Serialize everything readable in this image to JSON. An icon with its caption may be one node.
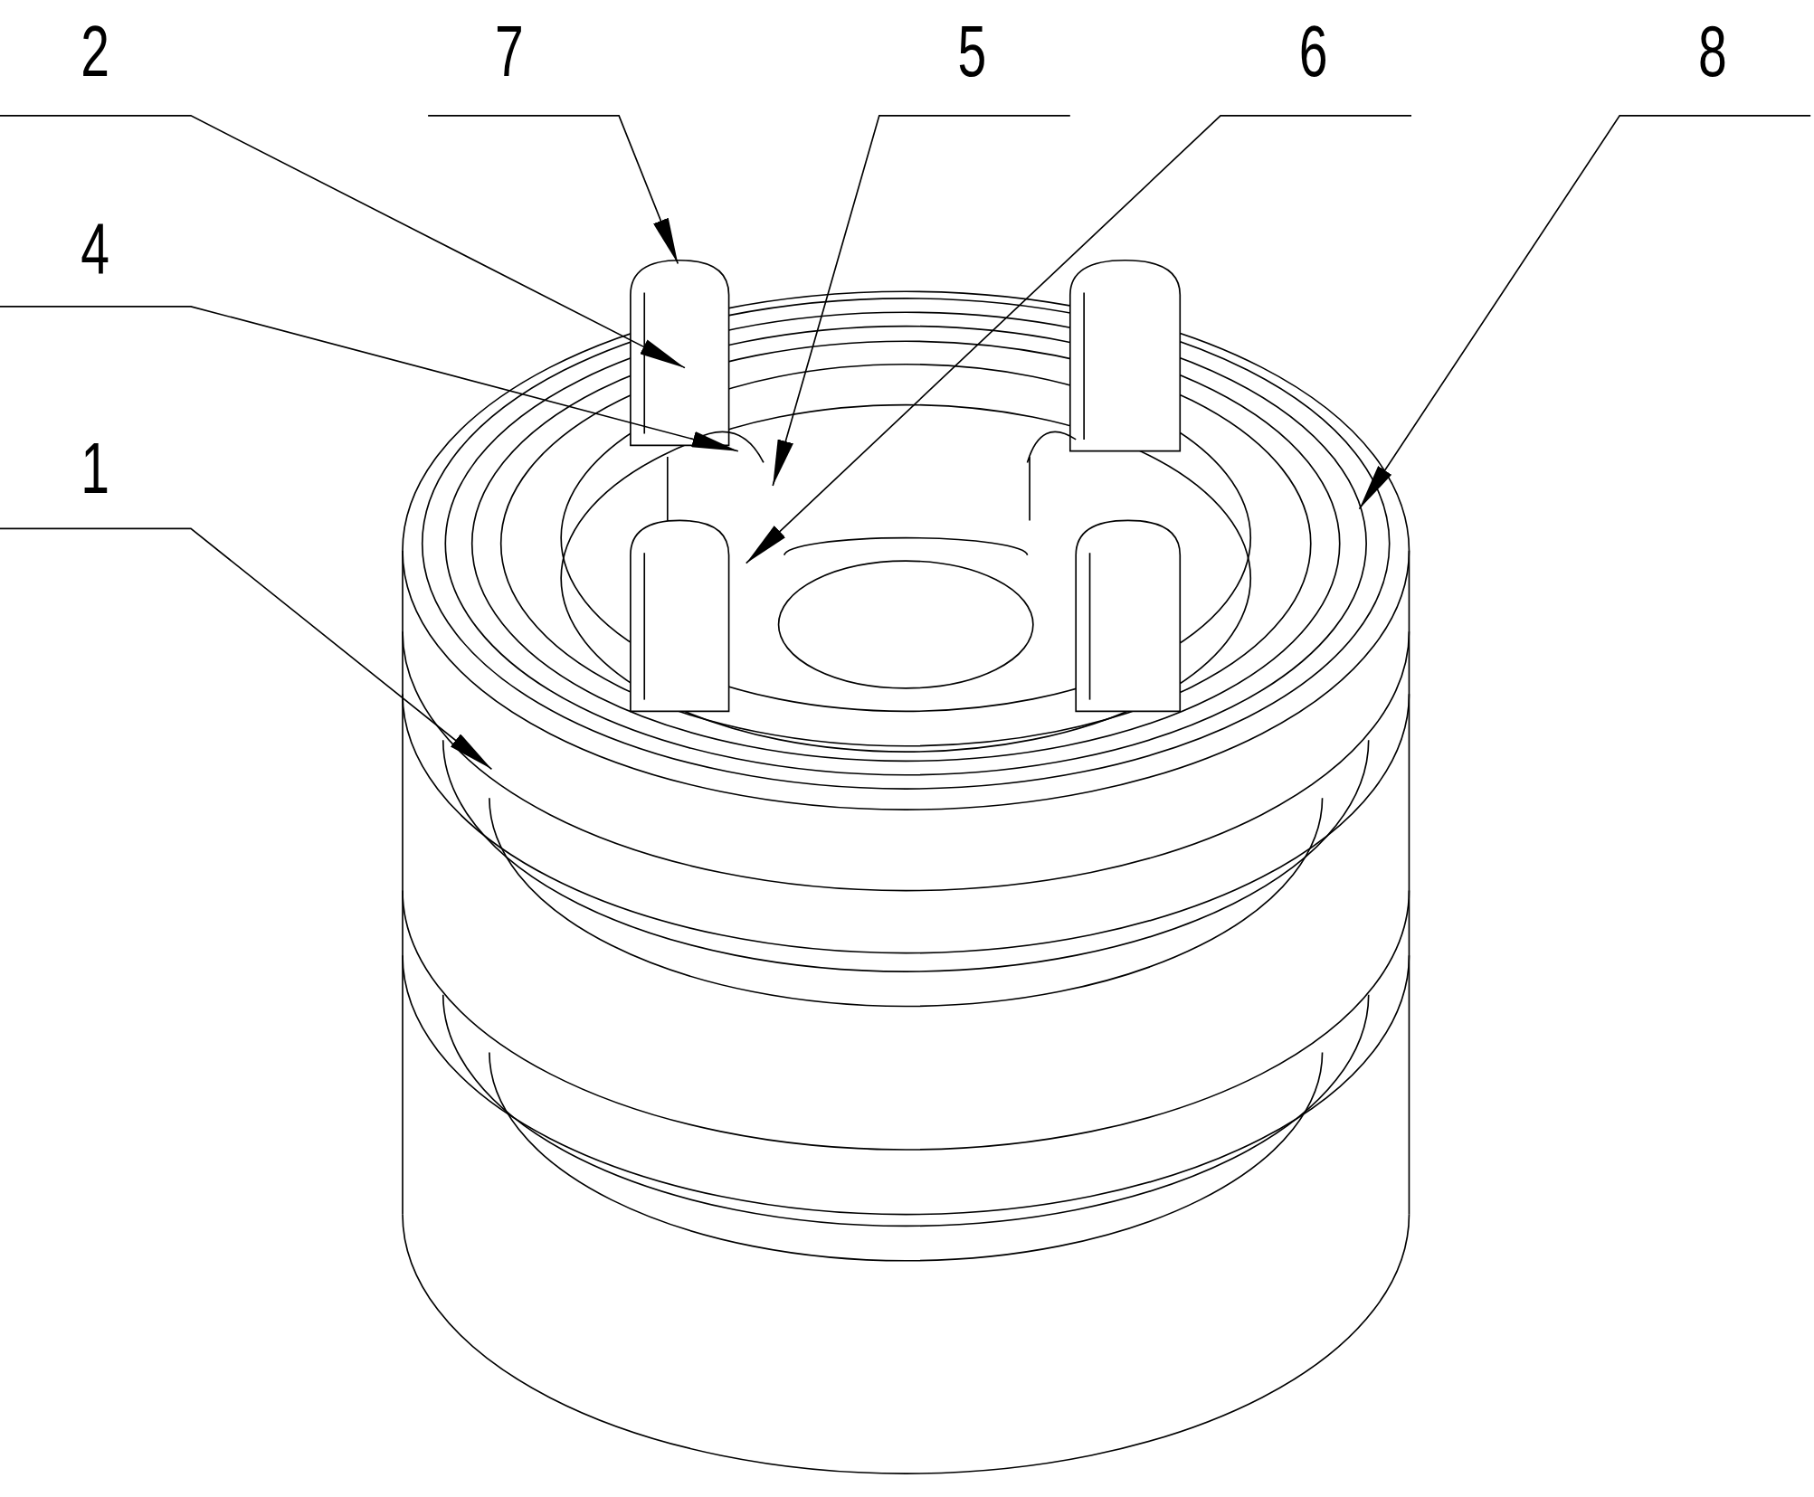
{
  "diagram": {
    "nodes": [
      {
        "text": [
          "2"
        ]
      },
      {
        "text": [
          "7"
        ]
      },
      {
        "text": [
          "5"
        ]
      },
      {
        "text": [
          "6"
        ]
      },
      {
        "text": [
          "8"
        ]
      },
      {
        "text": [
          "4"
        ]
      },
      {
        "text": [
          "1"
        ]
      }
    ],
    "edges": [
      {
        "from": 0,
        "to": null,
        "arrow": "to"
      },
      {
        "from": 1,
        "to": null,
        "arrow": "to"
      },
      {
        "from": 2,
        "to": null,
        "arrow": "to"
      },
      {
        "from": 3,
        "to": null,
        "arrow": "to"
      },
      {
        "from": 4,
        "to": null,
        "arrow": "to"
      },
      {
        "from": 5,
        "to": null,
        "arrow": "to"
      },
      {
        "from": 6,
        "to": null,
        "arrow": "to"
      }
    ]
  }
}
